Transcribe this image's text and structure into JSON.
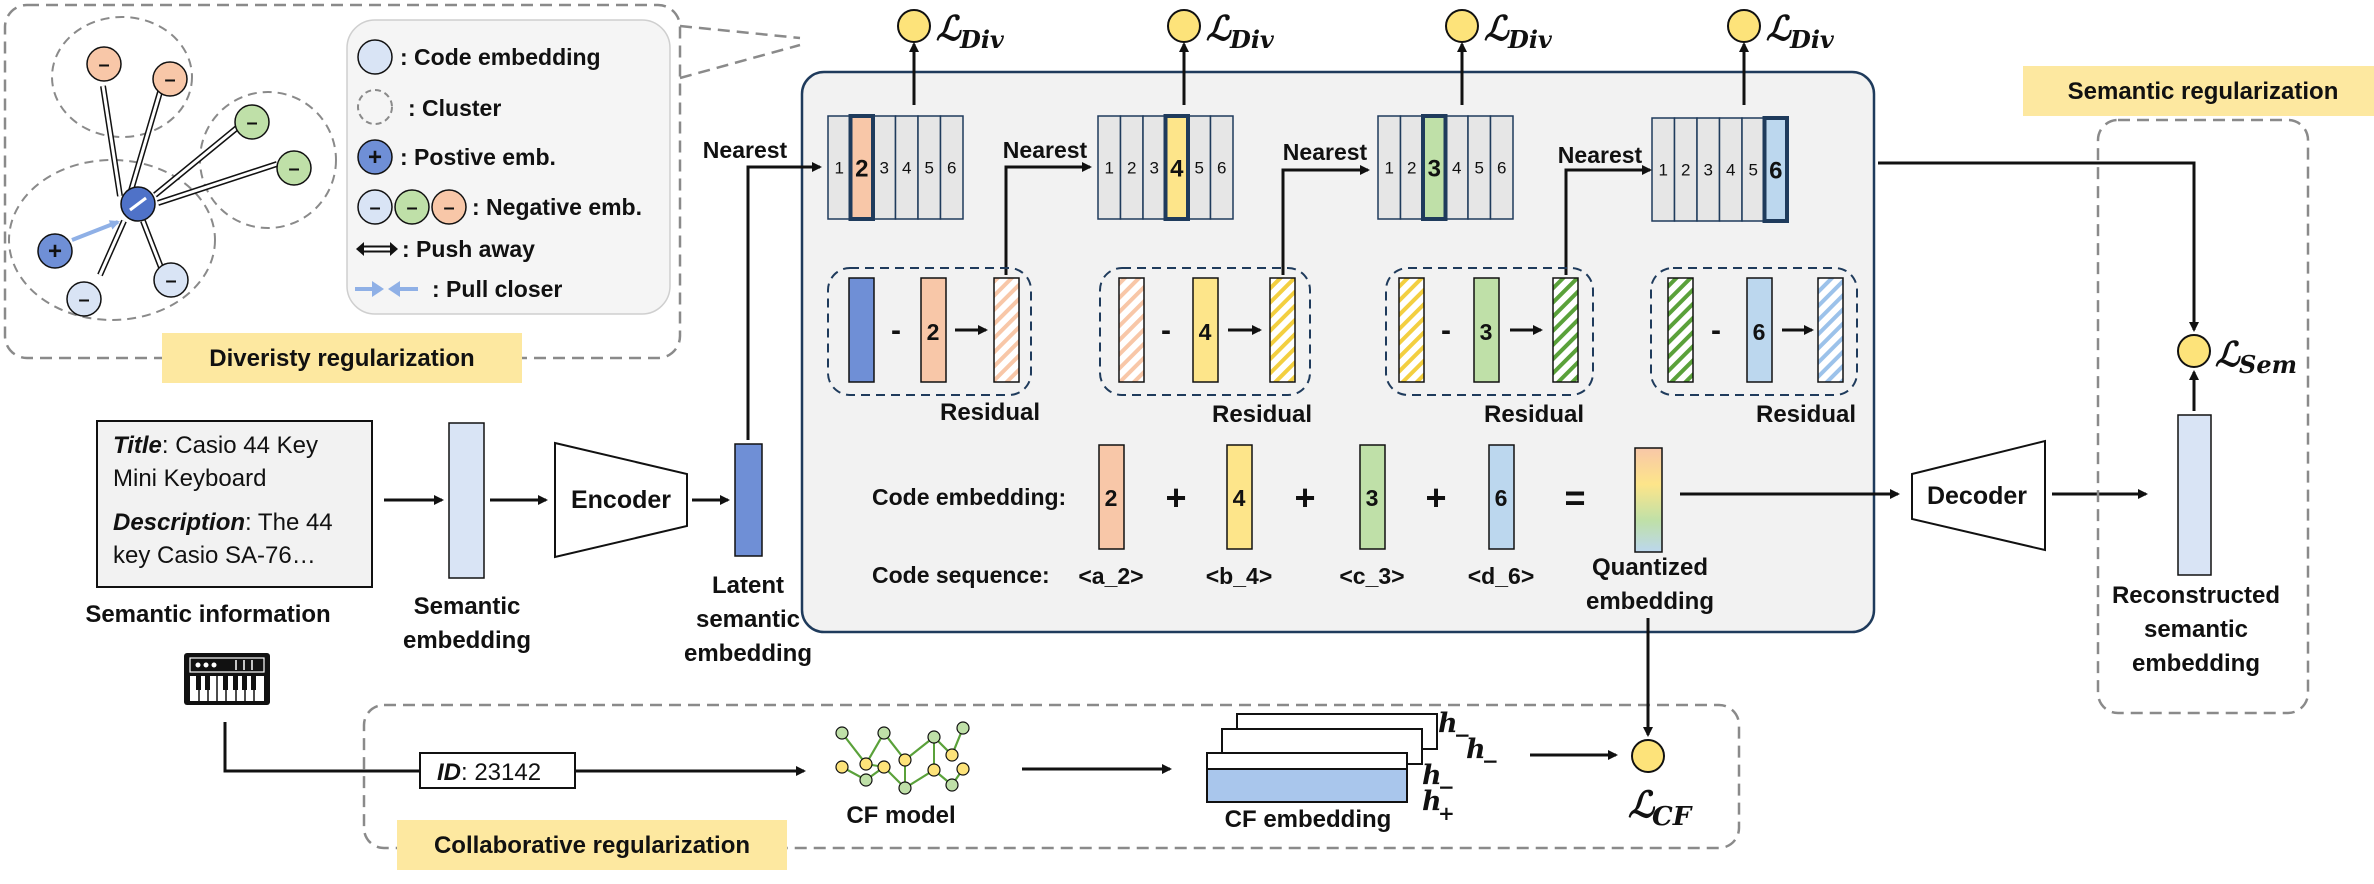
{
  "diversity": {
    "title": "Diveristy regularization",
    "legend": [
      {
        "label": ": Code embedding"
      },
      {
        "label": ": Cluster"
      },
      {
        "label": ": Postive emb."
      },
      {
        "label": ": Negative emb."
      },
      {
        "label": ": Push away"
      },
      {
        "label": ": Pull closer"
      }
    ]
  },
  "semantic_reg": {
    "title": "Semantic regularization",
    "loss": "ℒ",
    "loss_sub": "Sem",
    "output_label": [
      "Reconstructed",
      "semantic",
      "embedding"
    ]
  },
  "collab_reg": {
    "title": "Collaborative regularization",
    "id_key": "ID",
    "id_value": ": 23142",
    "model_label": "CF model",
    "emb_label": "CF embedding",
    "h_labels": [
      "h",
      "h",
      "h",
      "h"
    ],
    "h_subs": [
      "−",
      "−",
      "−",
      "+"
    ],
    "loss": "ℒ",
    "loss_sub": "CF"
  },
  "input": {
    "title_key": "Title",
    "title_val": ": Casio 44 Key",
    "title_val2": "Mini Keyboard",
    "desc_key": "Description",
    "desc_val": ": The 44",
    "desc_val2": "key Casio SA-76…",
    "caption": "Semantic information",
    "sem_emb_label": [
      "Semantic",
      "embedding"
    ],
    "encoder": "Encoder",
    "latent_label": [
      "Latent",
      "semantic",
      "embedding"
    ]
  },
  "quantizer": {
    "nearest": "Nearest",
    "residual": "Residual",
    "div_loss": "ℒ",
    "div_sub": "Div",
    "minus": "-",
    "codebooks": [
      {
        "cells": [
          "1",
          "2",
          "3",
          "4",
          "5",
          "6"
        ],
        "selected": "2"
      },
      {
        "cells": [
          "1",
          "2",
          "3",
          "4",
          "5",
          "6"
        ],
        "selected": "4"
      },
      {
        "cells": [
          "1",
          "2",
          "3",
          "4",
          "5",
          "6"
        ],
        "selected": "3"
      },
      {
        "cells": [
          "1",
          "2",
          "3",
          "4",
          "5",
          "6"
        ],
        "selected": "6"
      }
    ],
    "code_embedding_label": "Code embedding:",
    "code_values": [
      "2",
      "4",
      "3",
      "6"
    ],
    "plus": "+",
    "equals": "=",
    "code_sequence_label": "Code sequence:",
    "code_sequence": [
      "<a_2>",
      "<b_4>",
      "<c_3>",
      "<d_6>"
    ],
    "quantized_label": [
      "Quantized",
      "embedding"
    ]
  },
  "decoder": "Decoder",
  "colors": {
    "orange": "#f8c7a8",
    "yellow": "#fde58a",
    "green": "#bfe0a8",
    "blue": "#bcd7ee",
    "dark_blue": "#6f8fd6",
    "light_blue": "#d9e4f5",
    "panel": "#f2f2f2",
    "loss_circle": "#fde37a",
    "label_bg": "#fde8a0"
  }
}
